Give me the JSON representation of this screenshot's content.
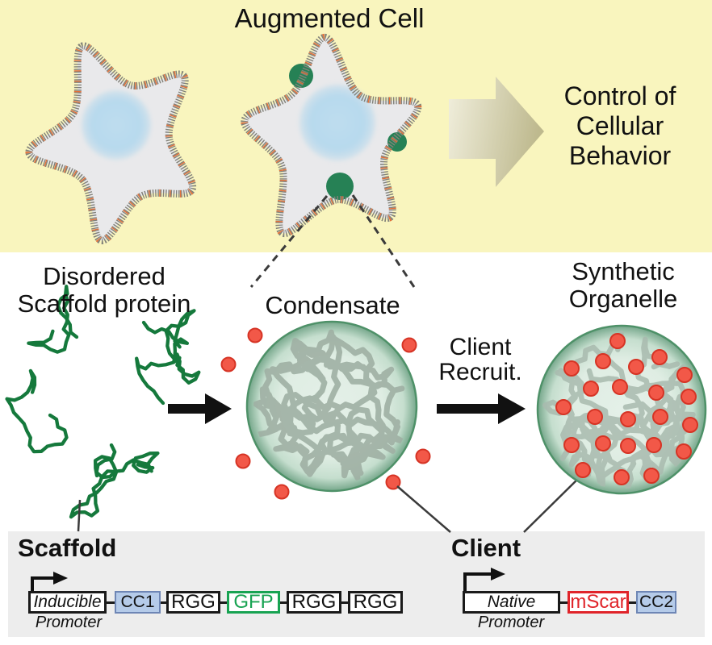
{
  "colors": {
    "top_panel_bg": "#F9F5BE",
    "bottom_panel_bg": "#EDEDED",
    "cell_body": "#E9E9EB",
    "nucleus_blue": "#B9DBEE",
    "membrane_gray": "#82827A",
    "membrane_orange": "#E2703A",
    "condensate_green_dark": "#268155",
    "scaffold_green": "#15793C",
    "condensate_fill": "#DFEDE3",
    "condensate_rim": "#4E9168",
    "condensate_mesh": "#9FB0A3",
    "organelle_mesh": "#A9BAAE",
    "client_red": "#F25848",
    "client_red_border": "#D63425",
    "arrow_black": "#111111",
    "arrow_tan_light": "#F1EFDD",
    "arrow_tan_dark": "#BEB98E",
    "cc_fill": "#B5CBE9",
    "cc_border": "#6E86B5",
    "gfp_green": "#18A352",
    "mscar_red": "#E0242A",
    "line_dark": "#3B3B3B"
  },
  "top_panel": {
    "title": "Augmented Cell",
    "outcome": {
      "line1": "Control of",
      "line2": "Cellular",
      "line3": "Behavior"
    }
  },
  "middle": {
    "disordered": {
      "line1": "Disordered",
      "line2": "Scaffold protein"
    },
    "condensate_label": "Condensate",
    "organelle": {
      "line1": "Synthetic",
      "line2": "Organelle"
    },
    "recruit": {
      "line1": "Client",
      "line2": "Recruit."
    }
  },
  "bottom_panel": {
    "scaffold": {
      "heading": "Scaffold",
      "promoter_box": "Inducible",
      "promoter_word": "Promoter",
      "gene1": "CC1",
      "gene2": "RGG",
      "gene3": "GFP",
      "gene4": "RGG",
      "gene5": "RGG"
    },
    "client": {
      "heading": "Client",
      "promoter_box": "Native",
      "promoter_word": "Promoter",
      "gene1": "mScar",
      "gene2": "CC2"
    }
  }
}
